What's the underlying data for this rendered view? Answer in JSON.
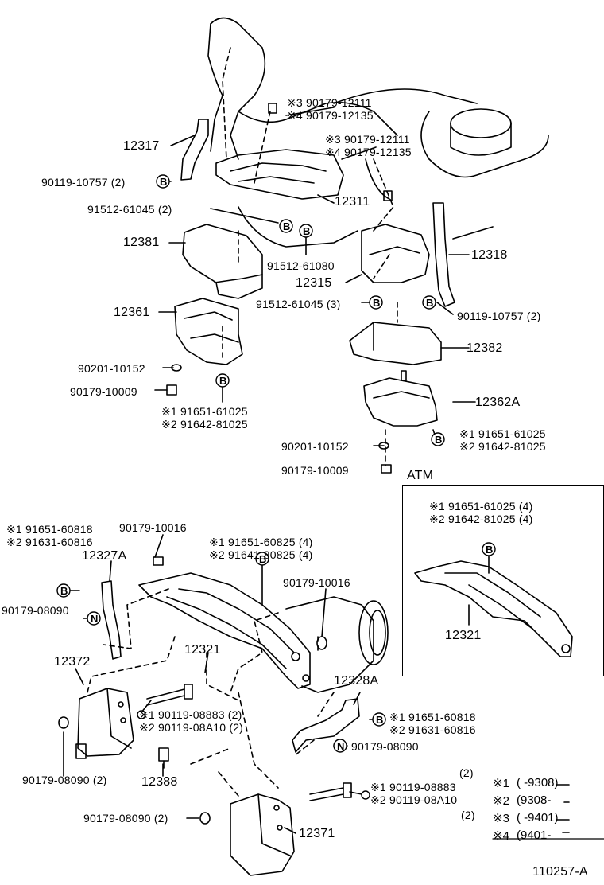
{
  "diagram": {
    "figure_id": "110257-A",
    "inset_title": "ATM",
    "labels": {
      "l_12317": "12317",
      "l_90119_10757a": "90119-10757 (2)",
      "l_91512_61045a": "91512-61045 (2)",
      "l_12381": "12381",
      "l_12361": "12361",
      "l_90201_10152a": "90201-10152",
      "l_90179_10009a": "90179-10009",
      "l_91651_61025a": "※1 91651-61025",
      "l_91642_81025a": "※2 91642-81025",
      "l_top_n3": "※3 90179-12111",
      "l_top_n4": "※4 90179-12135",
      "l_mid_n3": "※3 90179-12111",
      "l_mid_n4": "※4 90179-12135",
      "l_12311": "12311",
      "l_91512_61080": "91512-61080",
      "l_12315": "12315",
      "l_91512_61045b": "91512-61045 (3)",
      "l_12318": "12318",
      "l_90119_10757b": "90119-10757 (2)",
      "l_12382": "12382",
      "l_12362A": "12362A",
      "l_91651_61025b": "※1 91651-61025",
      "l_91642_81025b": "※2 91642-81025",
      "l_90201_10152b": "90201-10152",
      "l_90179_10009b": "90179-10009",
      "l_atm_91651": "※1 91651-61025 (4)",
      "l_atm_91642": "※2 91642-81025 (4)",
      "l_atm_12321": "12321",
      "l_91651_60818a": "※1 91651-60818",
      "l_91631_60816a": "※2 91631-60816",
      "l_12327A": "12327A",
      "l_90179_10016a": "90179-10016",
      "l_91651_60825": "※1 91651-60825 (4)",
      "l_91641_80825": "※2 91641-80825 (4)",
      "l_90179_10016b": "90179-10016",
      "l_90179_08090a": "90179-08090",
      "l_12321": "12321",
      "l_12372": "12372",
      "l_90119_08883a": "※1 90119-08883 (2)",
      "l_90119_08A10a": "※2 90119-08A10 (2)",
      "l_12328A": "12328A",
      "l_91651_60818b": "※1 91651-60818",
      "l_91631_60816b": "※2 91631-60816",
      "l_90179_08090b": "90179-08090",
      "l_90179_08090_2a": "90179-08090 (2)",
      "l_12388": "12388",
      "l_qty2_top": "(2)",
      "l_90119_08883b": "※1 90119-08883",
      "l_90119_08A10b": "※2 90119-08A10",
      "l_qty2_bot": "(2)",
      "l_90179_08090_2b": "90179-08090 (2)",
      "l_12371": "12371"
    },
    "callout_letters": {
      "B": "B",
      "N": "N"
    },
    "legend": [
      {
        "mark": "※1",
        "range": "(          -9308)"
      },
      {
        "mark": "※2",
        "range": "(9308-          "
      },
      {
        "mark": "※3",
        "range": "(          -9401)"
      },
      {
        "mark": "※4",
        "range": "(9401-          "
      }
    ]
  }
}
